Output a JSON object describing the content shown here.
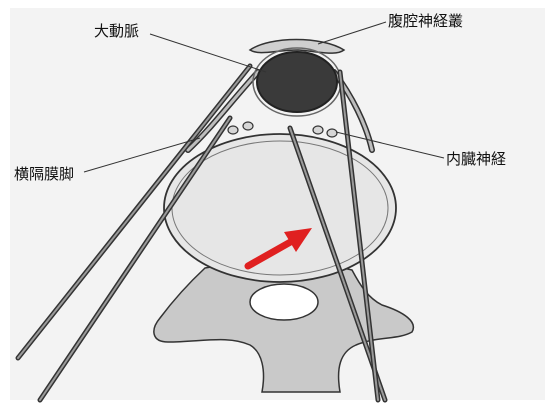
{
  "labels": {
    "aorta": "大動脈",
    "celiac_plexus": "腹腔神経叢",
    "diaphragmatic_crus": "横隔膜脚",
    "splanchnic_nerve": "内臓神経"
  },
  "colors": {
    "background": "#f4f4f4",
    "vertebra_fill": "#c9c9c9",
    "vertebral_body_fill": "#e6e6e6",
    "aorta_fill": "#3a3a3a",
    "outline": "#333333",
    "needle": "#4a4a4a",
    "arrow": "#e02020"
  }
}
